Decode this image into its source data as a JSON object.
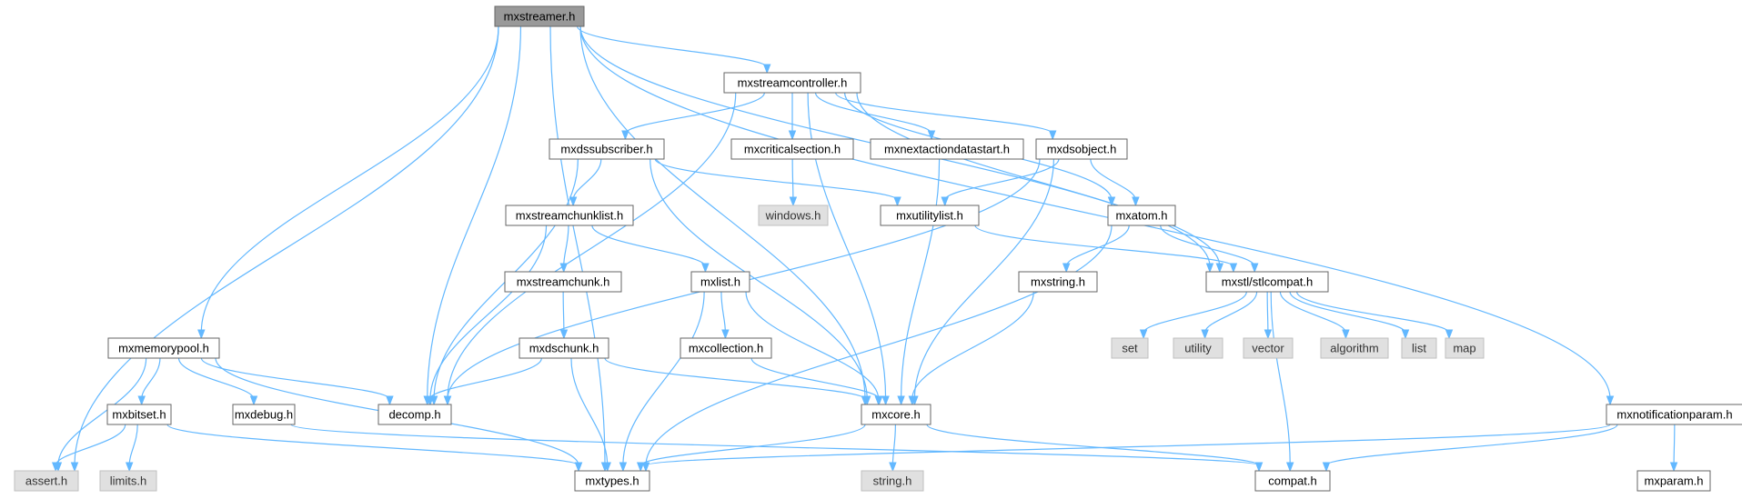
{
  "colors": {
    "edge": "#63b8ff",
    "root_fill": "#999999",
    "system_fill": "#e0e0e0",
    "local_fill": "#ffffff"
  },
  "nodes": [
    {
      "id": "mxstreamer",
      "label": "mxstreamer.h",
      "kind": "root"
    },
    {
      "id": "mxstreamcontroller",
      "label": "mxstreamcontroller.h",
      "kind": "local"
    },
    {
      "id": "mxdssubscriber",
      "label": "mxdssubscriber.h",
      "kind": "local"
    },
    {
      "id": "mxcriticalsection",
      "label": "mxcriticalsection.h",
      "kind": "local"
    },
    {
      "id": "mxnextactiondatastart",
      "label": "mxnextactiondatastart.h",
      "kind": "local"
    },
    {
      "id": "mxdsobject",
      "label": "mxdsobject.h",
      "kind": "local"
    },
    {
      "id": "windows",
      "label": "windows.h",
      "kind": "system"
    },
    {
      "id": "mxstreamchunklist",
      "label": "mxstreamchunklist.h",
      "kind": "local"
    },
    {
      "id": "mxutilitylist",
      "label": "mxutilitylist.h",
      "kind": "local"
    },
    {
      "id": "mxatom",
      "label": "mxatom.h",
      "kind": "local"
    },
    {
      "id": "mxstreamchunk",
      "label": "mxstreamchunk.h",
      "kind": "local"
    },
    {
      "id": "mxlist",
      "label": "mxlist.h",
      "kind": "local"
    },
    {
      "id": "mxstring",
      "label": "mxstring.h",
      "kind": "local"
    },
    {
      "id": "stlcompat",
      "label": "mxstl/stlcompat.h",
      "kind": "local"
    },
    {
      "id": "mxmemorypool",
      "label": "mxmemorypool.h",
      "kind": "local"
    },
    {
      "id": "mxdschunk",
      "label": "mxdschunk.h",
      "kind": "local"
    },
    {
      "id": "mxcollection",
      "label": "mxcollection.h",
      "kind": "local"
    },
    {
      "id": "set",
      "label": "set",
      "kind": "system"
    },
    {
      "id": "utility",
      "label": "utility",
      "kind": "system"
    },
    {
      "id": "vector",
      "label": "vector",
      "kind": "system"
    },
    {
      "id": "algorithm",
      "label": "algorithm",
      "kind": "system"
    },
    {
      "id": "list",
      "label": "list",
      "kind": "system"
    },
    {
      "id": "map",
      "label": "map",
      "kind": "system"
    },
    {
      "id": "mxbitset",
      "label": "mxbitset.h",
      "kind": "local"
    },
    {
      "id": "mxdebug",
      "label": "mxdebug.h",
      "kind": "local"
    },
    {
      "id": "decomp",
      "label": "decomp.h",
      "kind": "local"
    },
    {
      "id": "mxcore",
      "label": "mxcore.h",
      "kind": "local"
    },
    {
      "id": "mxnotificationparam",
      "label": "mxnotificationparam.h",
      "kind": "local"
    },
    {
      "id": "assert",
      "label": "assert.h",
      "kind": "system"
    },
    {
      "id": "limits",
      "label": "limits.h",
      "kind": "system"
    },
    {
      "id": "mxtypes",
      "label": "mxtypes.h",
      "kind": "local"
    },
    {
      "id": "string",
      "label": "string.h",
      "kind": "system"
    },
    {
      "id": "compat",
      "label": "compat.h",
      "kind": "local"
    },
    {
      "id": "mxparam",
      "label": "mxparam.h",
      "kind": "local"
    }
  ],
  "edges": [
    {
      "from": "mxstreamer",
      "to": "mxstreamcontroller"
    },
    {
      "from": "mxstreamer",
      "to": "assert"
    },
    {
      "from": "mxstreamer",
      "to": "mxmemorypool"
    },
    {
      "from": "mxstreamer",
      "to": "mxtypes"
    },
    {
      "from": "mxstreamer",
      "to": "decomp"
    },
    {
      "from": "mxstreamer",
      "to": "stlcompat"
    },
    {
      "from": "mxstreamer",
      "to": "mxcore"
    },
    {
      "from": "mxstreamer",
      "to": "mxnotificationparam"
    },
    {
      "from": "mxstreamcontroller",
      "to": "mxdssubscriber"
    },
    {
      "from": "mxstreamcontroller",
      "to": "mxcriticalsection"
    },
    {
      "from": "mxstreamcontroller",
      "to": "mxnextactiondatastart"
    },
    {
      "from": "mxstreamcontroller",
      "to": "mxdsobject"
    },
    {
      "from": "mxstreamcontroller",
      "to": "mxatom"
    },
    {
      "from": "mxstreamcontroller",
      "to": "stlcompat"
    },
    {
      "from": "mxstreamcontroller",
      "to": "decomp"
    },
    {
      "from": "mxstreamcontroller",
      "to": "mxcore"
    },
    {
      "from": "mxdssubscriber",
      "to": "mxstreamchunklist"
    },
    {
      "from": "mxdssubscriber",
      "to": "mxutilitylist"
    },
    {
      "from": "mxdssubscriber",
      "to": "decomp"
    },
    {
      "from": "mxdssubscriber",
      "to": "mxcore"
    },
    {
      "from": "mxcriticalsection",
      "to": "windows"
    },
    {
      "from": "mxnextactiondatastart",
      "to": "mxcore"
    },
    {
      "from": "mxdsobject",
      "to": "mxutilitylist"
    },
    {
      "from": "mxdsobject",
      "to": "mxatom"
    },
    {
      "from": "mxdsobject",
      "to": "decomp"
    },
    {
      "from": "mxdsobject",
      "to": "mxcore"
    },
    {
      "from": "mxstreamchunklist",
      "to": "mxstreamchunk"
    },
    {
      "from": "mxstreamchunklist",
      "to": "mxlist"
    },
    {
      "from": "mxstreamchunklist",
      "to": "decomp"
    },
    {
      "from": "mxutilitylist",
      "to": "stlcompat"
    },
    {
      "from": "mxatom",
      "to": "mxstring"
    },
    {
      "from": "mxatom",
      "to": "stlcompat"
    },
    {
      "from": "mxatom",
      "to": "mxtypes"
    },
    {
      "from": "mxstreamchunk",
      "to": "mxdschunk"
    },
    {
      "from": "mxlist",
      "to": "mxcollection"
    },
    {
      "from": "mxlist",
      "to": "mxcore"
    },
    {
      "from": "mxlist",
      "to": "mxtypes"
    },
    {
      "from": "mxstring",
      "to": "mxcore"
    },
    {
      "from": "stlcompat",
      "to": "set"
    },
    {
      "from": "stlcompat",
      "to": "utility"
    },
    {
      "from": "stlcompat",
      "to": "vector"
    },
    {
      "from": "stlcompat",
      "to": "algorithm"
    },
    {
      "from": "stlcompat",
      "to": "list"
    },
    {
      "from": "stlcompat",
      "to": "map"
    },
    {
      "from": "stlcompat",
      "to": "compat"
    },
    {
      "from": "mxmemorypool",
      "to": "mxbitset"
    },
    {
      "from": "mxmemorypool",
      "to": "mxdebug"
    },
    {
      "from": "mxmemorypool",
      "to": "decomp"
    },
    {
      "from": "mxmemorypool",
      "to": "assert"
    },
    {
      "from": "mxmemorypool",
      "to": "mxtypes"
    },
    {
      "from": "mxdschunk",
      "to": "decomp"
    },
    {
      "from": "mxdschunk",
      "to": "mxcore"
    },
    {
      "from": "mxdschunk",
      "to": "mxtypes"
    },
    {
      "from": "mxcollection",
      "to": "mxcore"
    },
    {
      "from": "mxbitset",
      "to": "assert"
    },
    {
      "from": "mxbitset",
      "to": "limits"
    },
    {
      "from": "mxbitset",
      "to": "mxtypes"
    },
    {
      "from": "mxdebug",
      "to": "compat"
    },
    {
      "from": "mxcore",
      "to": "mxtypes"
    },
    {
      "from": "mxcore",
      "to": "string"
    },
    {
      "from": "mxcore",
      "to": "compat"
    },
    {
      "from": "mxnotificationparam",
      "to": "mxparam"
    },
    {
      "from": "mxnotificationparam",
      "to": "compat"
    },
    {
      "from": "mxnotificationparam",
      "to": "mxtypes"
    }
  ]
}
